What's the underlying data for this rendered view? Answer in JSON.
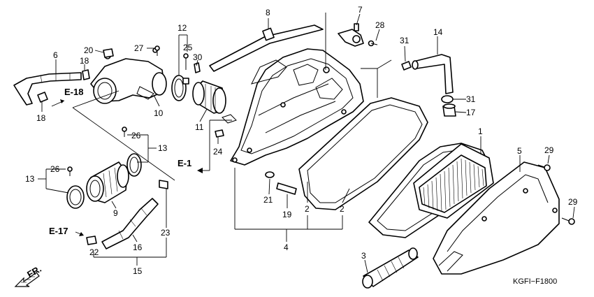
{
  "callouts": [
    {
      "id": "c8",
      "text": "8"
    },
    {
      "id": "c7",
      "text": "7"
    },
    {
      "id": "c28",
      "text": "28"
    },
    {
      "id": "c12",
      "text": "12"
    },
    {
      "id": "c25",
      "text": "25"
    },
    {
      "id": "c30",
      "text": "30"
    },
    {
      "id": "c27",
      "text": "27"
    },
    {
      "id": "c20",
      "text": "20"
    },
    {
      "id": "c6",
      "text": "6"
    },
    {
      "id": "c18a",
      "text": "18"
    },
    {
      "id": "c18b",
      "text": "18"
    },
    {
      "id": "c10",
      "text": "10"
    },
    {
      "id": "c11",
      "text": "11"
    },
    {
      "id": "c31a",
      "text": "31"
    },
    {
      "id": "c14",
      "text": "14"
    },
    {
      "id": "c31b",
      "text": "31"
    },
    {
      "id": "c17",
      "text": "17"
    },
    {
      "id": "c26a",
      "text": "26"
    },
    {
      "id": "c13a",
      "text": "13"
    },
    {
      "id": "c26b",
      "text": "26"
    },
    {
      "id": "c13b",
      "text": "13"
    },
    {
      "id": "c9",
      "text": "9"
    },
    {
      "id": "c24",
      "text": "24"
    },
    {
      "id": "c1",
      "text": "1"
    },
    {
      "id": "c5",
      "text": "5"
    },
    {
      "id": "c29a",
      "text": "29"
    },
    {
      "id": "c29b",
      "text": "29"
    },
    {
      "id": "c21",
      "text": "21"
    },
    {
      "id": "c19",
      "text": "19"
    },
    {
      "id": "c2a",
      "text": "2"
    },
    {
      "id": "c2b",
      "text": "2"
    },
    {
      "id": "c4",
      "text": "4"
    },
    {
      "id": "c3",
      "text": "3"
    },
    {
      "id": "c23",
      "text": "23"
    },
    {
      "id": "c16",
      "text": "16"
    },
    {
      "id": "c22",
      "text": "22"
    },
    {
      "id": "c15",
      "text": "15"
    }
  ],
  "references": {
    "e18": "E-18",
    "e1": "E-1",
    "e17": "E-17"
  },
  "direction_label": "FR.",
  "diagram_code": "KGFI−F1800"
}
